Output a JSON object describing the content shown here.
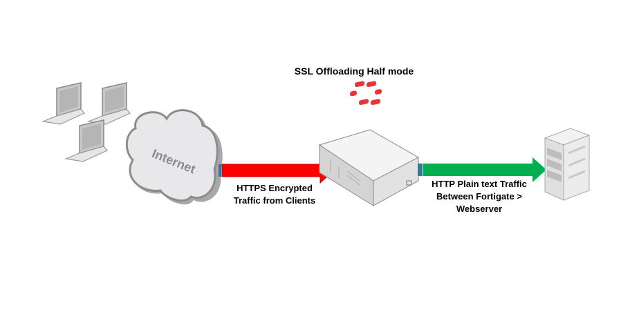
{
  "title": "SSL Offloading Half mode",
  "cloud_label": "Internet",
  "left_arrow": {
    "line1": "HTTPS Encrypted",
    "line2": "Traffic from Clients",
    "color": "#ff0000"
  },
  "right_arrow": {
    "line1": "HTTP Plain text Traffic",
    "line2": "Between Fortigate >",
    "line3": "Webserver",
    "color": "#00b050"
  },
  "colors": {
    "fortinet_red": "#e8353b",
    "device_gray": "#d9d9d9"
  }
}
